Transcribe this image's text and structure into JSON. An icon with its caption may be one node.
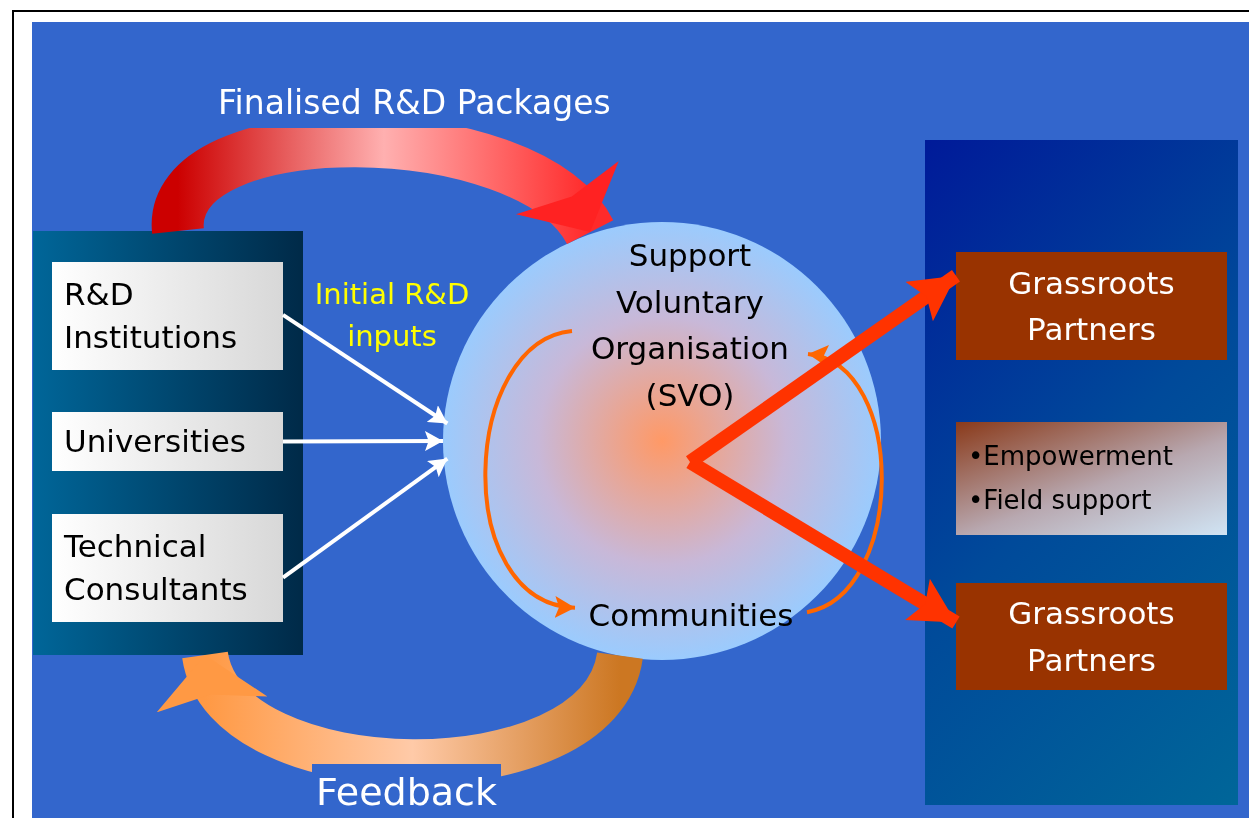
{
  "diagram": {
    "nodes": [
      {
        "text": [],
        "shape": "box"
      },
      {
        "text": [
          "R&D Institutions"
        ],
        "in": 0
      },
      {
        "text": [
          "Universities"
        ],
        "in": 0
      },
      {
        "text": [
          "Technical Consultants"
        ],
        "in": 0
      },
      {
        "text": [],
        "shape": "circle"
      },
      {
        "text": [
          "Support Voluntary Organisation (SVO)"
        ],
        "in": 4
      },
      {
        "text": [
          "Communities"
        ],
        "in": 4
      },
      {
        "text": [],
        "shape": "box"
      },
      {
        "text": [
          "Grassroots Partners"
        ],
        "in": 7
      },
      {
        "text": [
          "•Empowerment",
          "•Field support"
        ],
        "in": 7
      },
      {
        "text": [
          "Grassroots Partners"
        ],
        "in": 7
      }
    ],
    "edges": [
      {
        "from": 0,
        "to": 4,
        "arrow": "to",
        "label": "Finalised R&D Packages",
        "style": "thick",
        "color": "#cc0000"
      },
      {
        "from": 4,
        "to": 0,
        "arrow": "to",
        "label": "Feedback",
        "style": "thick",
        "color": "#cc7722"
      },
      {
        "from": 1,
        "to": 4,
        "arrow": "to",
        "label": "Initial R&D inputs"
      },
      {
        "from": 2,
        "to": 4,
        "arrow": "to"
      },
      {
        "from": 3,
        "to": 4,
        "arrow": "to"
      },
      {
        "from": 5,
        "to": 6,
        "arrow": "to",
        "color": "#ff6600"
      },
      {
        "from": 6,
        "to": 5,
        "arrow": "to",
        "color": "#ff6600"
      },
      {
        "from": 5,
        "to": 8,
        "arrow": "to",
        "style": "thick",
        "color": "#ff3300"
      },
      {
        "from": 5,
        "to": 10,
        "arrow": "to",
        "style": "thick",
        "color": "#ff3300"
      }
    ]
  }
}
